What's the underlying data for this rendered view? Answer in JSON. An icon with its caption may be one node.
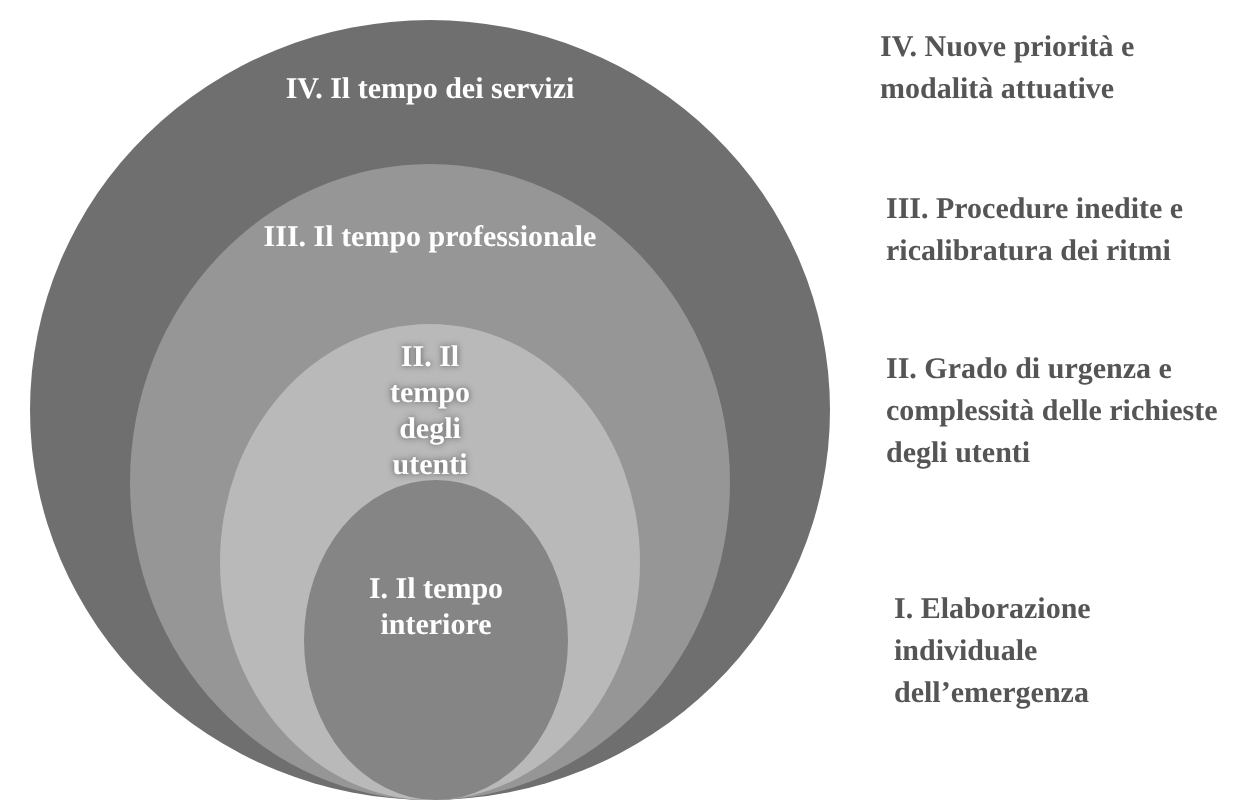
{
  "diagram": {
    "nodes": [
      {
        "text": [
          "IV. Il tempo dei servizi"
        ]
      },
      {
        "text": [
          "III. Il tempo professionale"
        ],
        "in": 0
      },
      {
        "text": [
          "II. Il tempo degli utenti"
        ],
        "in": 1
      },
      {
        "text": [
          "I. Il tempo interiore"
        ],
        "in": 2
      }
    ],
    "labels": [
      "IV. Nuove priorità e modalità attuative",
      "III. Procedure inedite e ricalibratura dei ritmi",
      "II. Grado di urgenza e complessità delle richieste degli utenti",
      "I. Elaborazione individuale dell’emergenza"
    ]
  }
}
